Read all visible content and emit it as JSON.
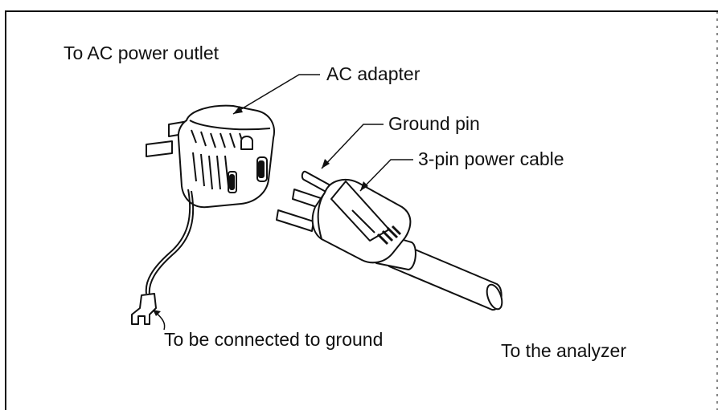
{
  "labels": {
    "ac_outlet": "To AC power outlet",
    "ac_adapter": "AC adapter",
    "ground_pin": "Ground pin",
    "power_cable": "3-pin power cable",
    "ground_connect": "To be connected to ground",
    "analyzer": "To the analyzer"
  },
  "colors": {
    "ink": "#111111",
    "paper": "#ffffff",
    "shade": "#d9d9d9"
  }
}
